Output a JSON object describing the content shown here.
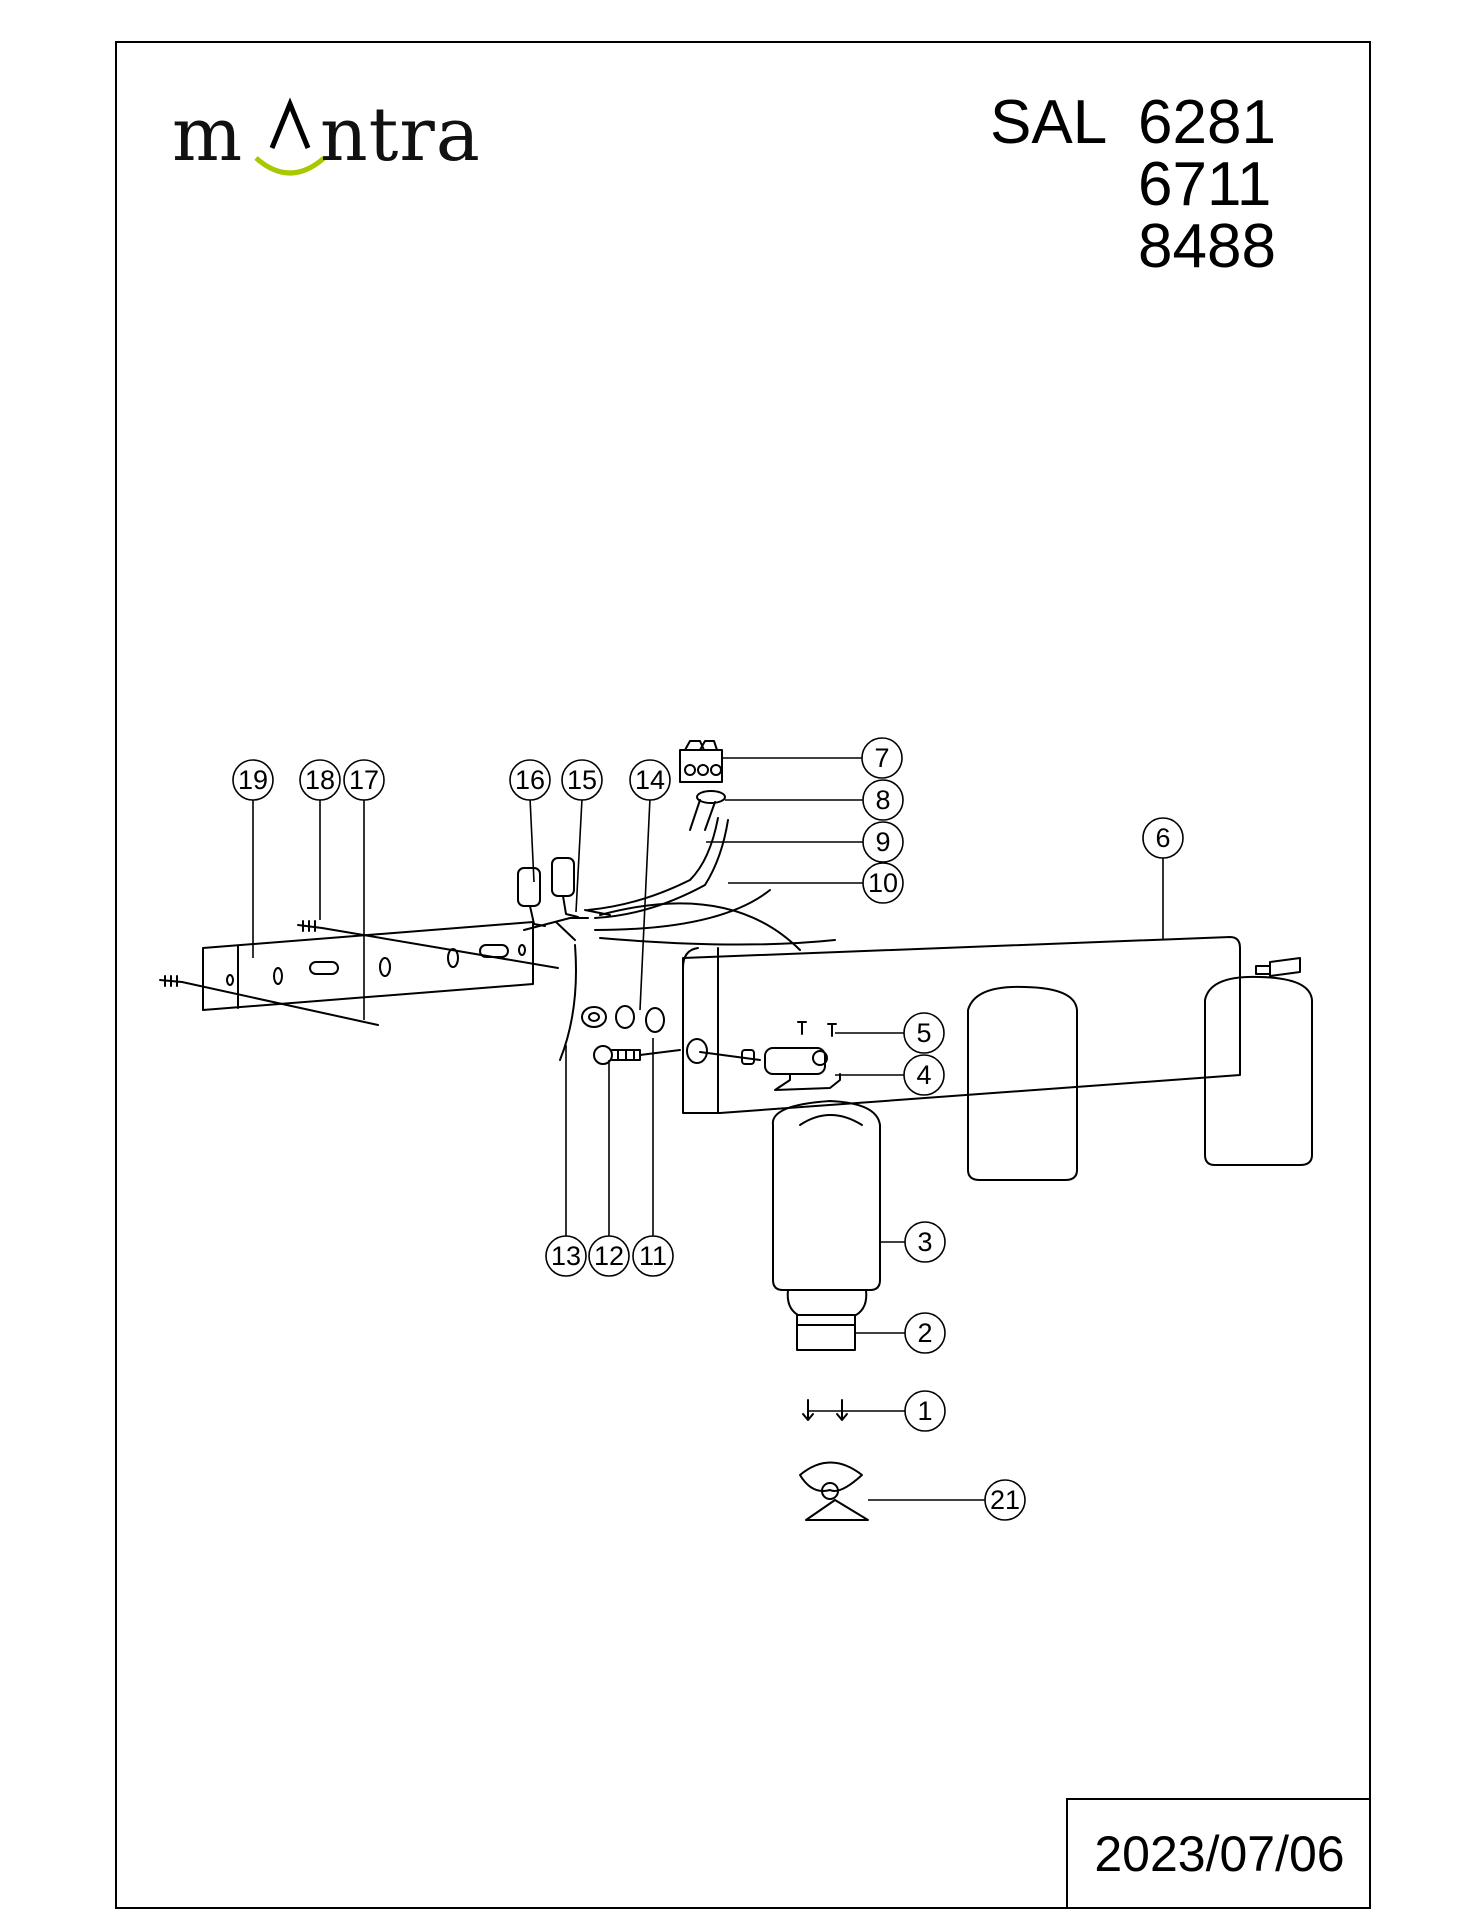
{
  "brand": {
    "logo_left": "m",
    "logo_right": "ntra",
    "accent_color": "#a8c800"
  },
  "model": {
    "series": "SAL",
    "codes": [
      "6281",
      "6711",
      "8488"
    ]
  },
  "date": "2023/07/06",
  "callouts": [
    {
      "number": "1"
    },
    {
      "number": "2"
    },
    {
      "number": "3"
    },
    {
      "number": "4"
    },
    {
      "number": "5"
    },
    {
      "number": "6"
    },
    {
      "number": "7"
    },
    {
      "number": "8"
    },
    {
      "number": "9"
    },
    {
      "number": "10"
    },
    {
      "number": "11"
    },
    {
      "number": "12"
    },
    {
      "number": "13"
    },
    {
      "number": "14"
    },
    {
      "number": "15"
    },
    {
      "number": "16"
    },
    {
      "number": "17"
    },
    {
      "number": "18"
    },
    {
      "number": "19"
    },
    {
      "number": "21"
    }
  ]
}
